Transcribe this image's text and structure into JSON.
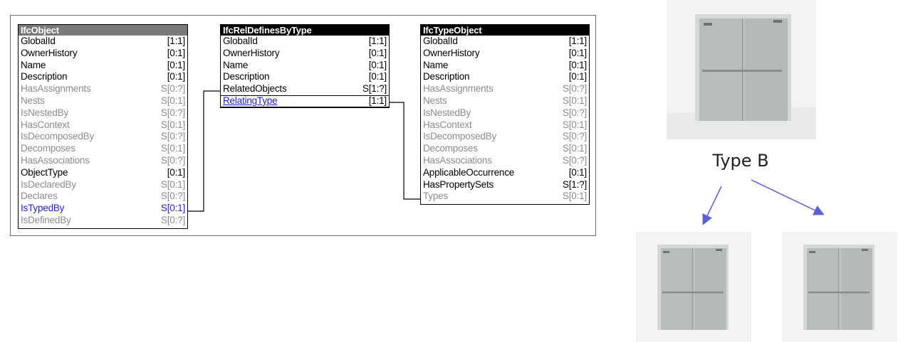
{
  "entities": {
    "ifc_object": {
      "title": "IfcObject",
      "rows": [
        {
          "label": "GlobalId",
          "card": "[1:1]",
          "kind": "black"
        },
        {
          "label": "OwnerHistory",
          "card": "[0:1]",
          "kind": "black"
        },
        {
          "label": "Name",
          "card": "[0:1]",
          "kind": "black"
        },
        {
          "label": "Description",
          "card": "[0:1]",
          "kind": "black"
        },
        {
          "label": "HasAssignments",
          "card": "S[0:?]",
          "kind": "grey"
        },
        {
          "label": "Nests",
          "card": "S[0:1]",
          "kind": "grey"
        },
        {
          "label": "IsNestedBy",
          "card": "S[0:?]",
          "kind": "grey"
        },
        {
          "label": "HasContext",
          "card": "S[0:1]",
          "kind": "grey"
        },
        {
          "label": "IsDecomposedBy",
          "card": "S[0:?]",
          "kind": "grey"
        },
        {
          "label": "Decomposes",
          "card": "S[0:1]",
          "kind": "grey"
        },
        {
          "label": "HasAssociations",
          "card": "S[0:?]",
          "kind": "grey"
        },
        {
          "label": "ObjectType",
          "card": "[0:1]",
          "kind": "black"
        },
        {
          "label": "IsDeclaredBy",
          "card": "S[0:1]",
          "kind": "grey"
        },
        {
          "label": "Declares",
          "card": "S[0:?]",
          "kind": "grey"
        },
        {
          "label": "IsTypedBy",
          "card": "S[0:1]",
          "kind": "link"
        },
        {
          "label": "IsDefinedBy",
          "card": "S[0:?]",
          "kind": "grey"
        }
      ]
    },
    "ifc_rel_defines_by_type": {
      "title": "IfcRelDefinesByType",
      "rows": [
        {
          "label": "GlobalId",
          "card": "[1:1]",
          "kind": "black"
        },
        {
          "label": "OwnerHistory",
          "card": "[0:1]",
          "kind": "black"
        },
        {
          "label": "Name",
          "card": "[0:1]",
          "kind": "black"
        },
        {
          "label": "Description",
          "card": "[0:1]",
          "kind": "black"
        },
        {
          "label": "RelatedObjects",
          "card": "S[1:?]",
          "kind": "black"
        },
        {
          "label": "RelatingType",
          "card": "[1:1]",
          "kind": "link-u"
        }
      ]
    },
    "ifc_type_object": {
      "title": "IfcTypeObject",
      "rows": [
        {
          "label": "GlobalId",
          "card": "[1:1]",
          "kind": "black"
        },
        {
          "label": "OwnerHistory",
          "card": "[0:1]",
          "kind": "black"
        },
        {
          "label": "Name",
          "card": "[0:1]",
          "kind": "black"
        },
        {
          "label": "Description",
          "card": "[0:1]",
          "kind": "black"
        },
        {
          "label": "HasAssignments",
          "card": "S[0:?]",
          "kind": "grey"
        },
        {
          "label": "Nests",
          "card": "S[0:1]",
          "kind": "grey"
        },
        {
          "label": "IsNestedBy",
          "card": "S[0:?]",
          "kind": "grey"
        },
        {
          "label": "HasContext",
          "card": "S[0:1]",
          "kind": "grey"
        },
        {
          "label": "IsDecomposedBy",
          "card": "S[0:?]",
          "kind": "grey"
        },
        {
          "label": "Decomposes",
          "card": "S[0:1]",
          "kind": "grey"
        },
        {
          "label": "HasAssociations",
          "card": "S[0:?]",
          "kind": "grey"
        },
        {
          "label": "ApplicableOccurrence",
          "card": "[0:1]",
          "kind": "black"
        },
        {
          "label": "HasPropertySets",
          "card": "S[1:?]",
          "kind": "black"
        },
        {
          "label": "Types",
          "card": "S[0:1]",
          "kind": "grey"
        }
      ]
    }
  },
  "type_illustration": {
    "label": "Type B"
  },
  "colors": {
    "link": "#1f1fd6",
    "inactive_text": "#8c8c8c",
    "arrow": "#5b5fd6",
    "door_panel": "#b9bcbd",
    "wall": "#f2f3f3"
  }
}
